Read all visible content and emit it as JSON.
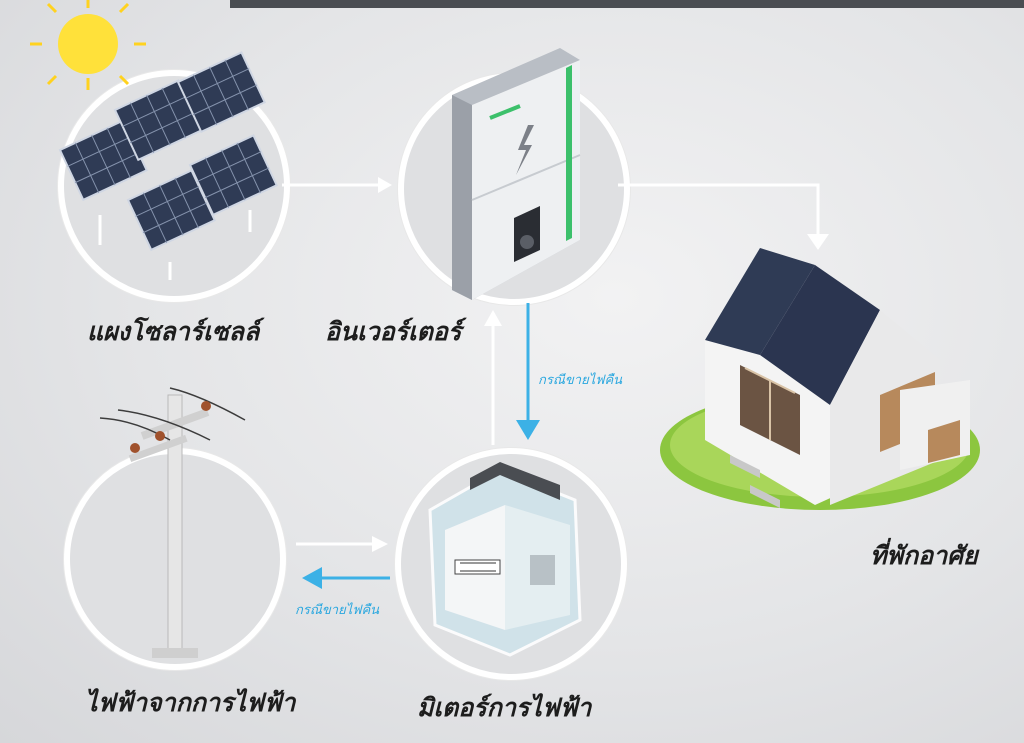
{
  "labels": {
    "solar_panel": "แผงโซลาร์เซลล์",
    "inverter": "อินเวอร์เตอร์",
    "residence": "ที่พักอาศัย",
    "grid_power": "ไฟฟ้าจากการไฟฟ้า",
    "meter": "มิเตอร์การไฟฟ้า"
  },
  "notes": {
    "sell_back_vertical": "กรณีขายไฟคืน",
    "sell_back_horizontal": "กรณีขายไฟคืน"
  },
  "colors": {
    "flow_arrow": "#ffffff",
    "sell_back_arrow": "#3cb1e6",
    "panel": "#2f3b55",
    "inverter_accent": "#3cc06b",
    "sun": "#ffd21f"
  }
}
